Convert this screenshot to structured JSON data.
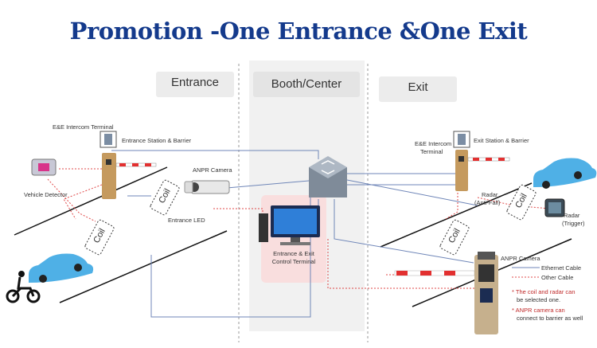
{
  "title": "Promotion -One Entrance &One Exit",
  "zones": {
    "entrance": "Entrance",
    "booth": "Booth/Center",
    "exit": "Exit"
  },
  "labels": {
    "entrance_intercom": "E&E Intercom Terminal",
    "entrance_station": "Entrance Station & Barrier",
    "vehicle_detector": "Vehicle Detector",
    "entrance_anpr": "ANPR Camera",
    "entrance_led": "Entrance LED",
    "coil_1": "Coil",
    "coil_2": "Coil",
    "coil_3": "Coil",
    "coil_4": "Coil",
    "control_terminal_1": "Entrance & Exit",
    "control_terminal_2": "Control Terminal",
    "exit_intercom_1": "E&E Intercom",
    "exit_intercom_2": "Terminal",
    "exit_station": "Exit Station & Barrier",
    "radar_antifall_1": "Radar",
    "radar_antifall_2": "(Anti-Fall)",
    "radar_trigger_1": "Radar",
    "radar_trigger_2": "(Trigger)",
    "exit_anpr": "ANPR Camera"
  },
  "legend": {
    "ethernet": "Ethernet Cable",
    "other": "Other Cable",
    "note1_1": "* The coil and radar can",
    "note1_2": "be selected one.",
    "note2_1": "* ANPR camera can",
    "note2_2": "connect to barrier as well"
  },
  "colors": {
    "title": "#143a8c",
    "ethernet_cable": "#6f86b8",
    "other_cable": "#e04848",
    "car": "#4fb0e6",
    "barrier_red": "#e23030"
  }
}
